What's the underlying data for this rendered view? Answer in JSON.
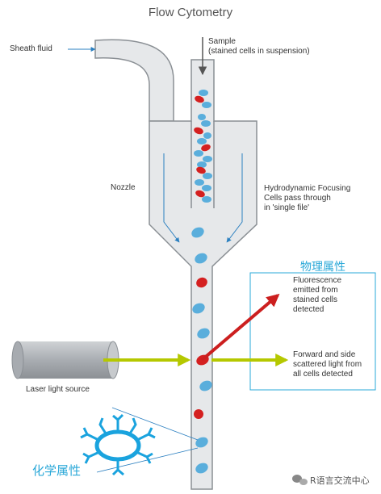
{
  "title": "Flow Cytometry",
  "labels": {
    "sheath": "Sheath fluid",
    "sample": "Sample\n(stained cells in suspension)",
    "nozzle": "Nozzle",
    "hydro": "Hydrodynamic Focusing\nCells pass through\nin 'single file'",
    "fluor": "Fluorescence\nemitted from\nstained cells\ndetected",
    "scatter": "Forward and side\nscattered light from\nall cells detected",
    "laser": "Laser light source",
    "physical": "物理属性",
    "chemical": "化学属性",
    "watermark": "R语言交流中心"
  },
  "colors": {
    "tube_fill": "#e6e8ea",
    "tube_stroke": "#8a8f94",
    "cell_blue": "#5aaedc",
    "cell_red": "#d42020",
    "arrow_yellow": "#b5c800",
    "arrow_red": "#cc1f1f",
    "accent_cyan": "#2aa8d8"
  },
  "icons": [
    "flow-arrow-icon",
    "laser-source-icon",
    "antibody-molecule-icon",
    "wechat-logo-icon"
  ]
}
